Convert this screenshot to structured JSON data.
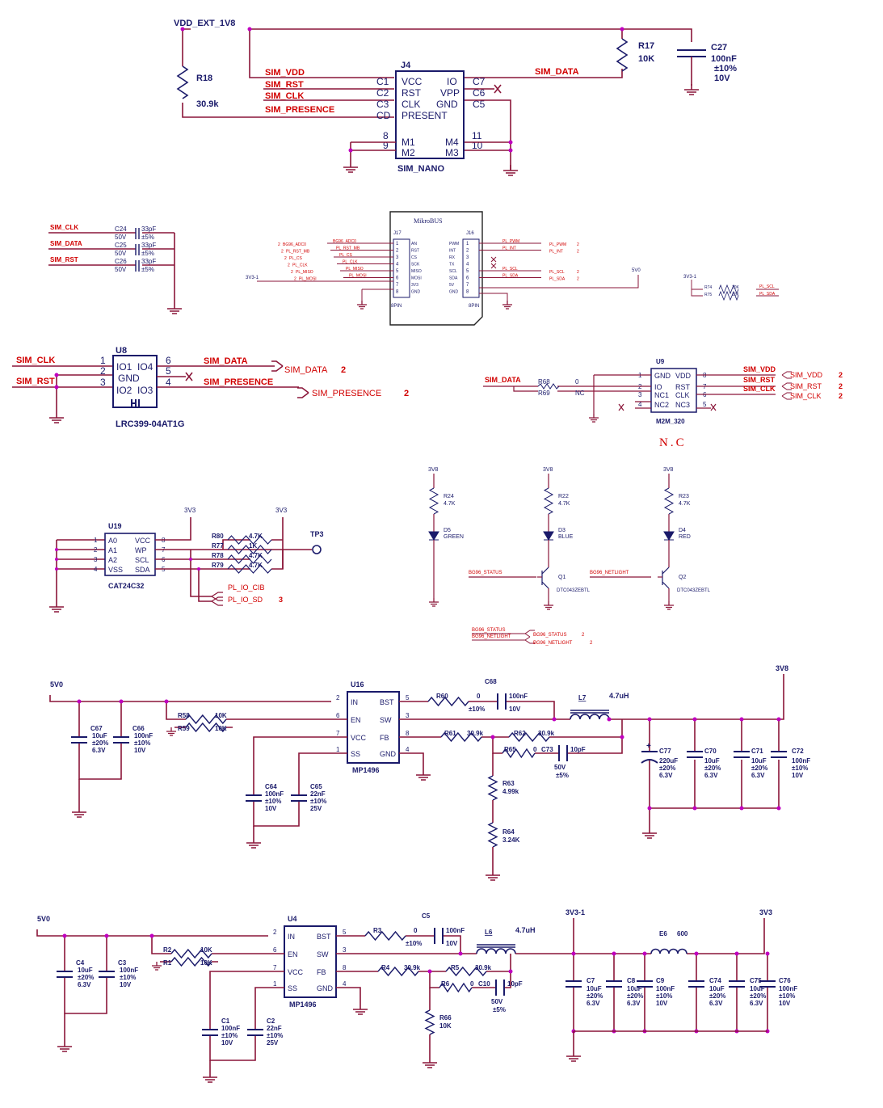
{
  "nets": {
    "vdd_ext": "VDD_EXT_1V8",
    "sim_vdd": "SIM_VDD",
    "sim_rst": "SIM_RST",
    "sim_clk": "SIM_CLK",
    "sim_presence": "SIM_PRESENCE",
    "sim_data": "SIM_DATA",
    "v3v3": "3V3",
    "v3v3_1": "3V3-1",
    "v5v0": "5V0",
    "pl_io_cib": "PL_IO_CIB",
    "pl_io_sd": "PL_IO_SD",
    "sheet_2": "2",
    "sheet_3": "3",
    "bg96_status": "BG96_STATUS",
    "bg96_netlight": "BG96_NETLIGHT",
    "nc_label": "N.C",
    "nc": "NC"
  },
  "sim_nano": {
    "ref": "J4",
    "name": "SIM_NANO",
    "pins_left": [
      "VCC",
      "RST",
      "CLK",
      "PRESENT"
    ],
    "pins_right": [
      "IO",
      "VPP",
      "GND"
    ],
    "c_left": [
      "C1",
      "C2",
      "C3",
      "CD"
    ],
    "c_right": [
      "C7",
      "C6",
      "C5"
    ],
    "m_left": [
      "M1",
      "M2"
    ],
    "m_right": [
      "M4",
      "M3"
    ],
    "num_left": [
      "8",
      "9"
    ],
    "num_right": [
      "11",
      "10"
    ],
    "r18": "R18",
    "r18_val": "30.9k",
    "r17": "R17",
    "r17_val": "10K",
    "c27": "C27",
    "c27_vals": [
      "100nF",
      "±10%",
      "10V"
    ]
  },
  "sim_caps": {
    "nets": [
      "SIM_CLK",
      "SIM_DATA",
      "SIM_RST"
    ],
    "refs": [
      "C24",
      "C25",
      "C26"
    ],
    "vals": [
      "33pF",
      "33pF",
      "33pF"
    ],
    "volts": [
      "50V",
      "50V",
      "50V"
    ],
    "tol": [
      "±5%",
      "±5%",
      "±5%"
    ]
  },
  "mikrobus": {
    "title": "MikroBUS",
    "j17": "J17",
    "j16": "J16",
    "pins8": "8PIN",
    "left_pins": [
      "AN",
      "RST",
      "CS",
      "SCK",
      "MISO",
      "MOSI",
      "3V3",
      "GND"
    ],
    "right_pins": [
      "PWM",
      "INT",
      "RX",
      "TX",
      "SCL",
      "SDA",
      "5V",
      "GND"
    ],
    "left_nets": [
      "BG96_ADC0",
      "PL_RST_MB",
      "PL_CS",
      "PL_CLK",
      "PL_MISO",
      "PL_MOSI"
    ],
    "right_nets": [
      "PL_PWM",
      "PL_INT",
      "PL_SCL",
      "PL_SDA"
    ],
    "pull": [
      "R74",
      "R75",
      "10K",
      "10K",
      "PL_SCL",
      "PL_SDA"
    ]
  },
  "u8": {
    "ref": "U8",
    "pins": [
      "IO1",
      "IO4",
      "GND",
      "IO2",
      "IO3"
    ],
    "nums_l": [
      "1",
      "2",
      "3"
    ],
    "nums_r": [
      "6",
      "5",
      "4"
    ],
    "part": "LRC399-04AT1G"
  },
  "u9": {
    "ref": "U9",
    "part": "M2M_320",
    "left": [
      "GND",
      "IO",
      "NC1",
      "NC2"
    ],
    "right": [
      "VDD",
      "RST",
      "CLK",
      "NC3"
    ],
    "nums_l": [
      "1",
      "2",
      "3",
      "4"
    ],
    "nums_r": [
      "8",
      "7",
      "6",
      "5"
    ],
    "r68": "R68",
    "r69": "R69",
    "r68_val": "0"
  },
  "u19": {
    "ref": "U19",
    "part": "CAT24C32",
    "left": [
      "A0",
      "A1",
      "A2",
      "VSS"
    ],
    "right": [
      "VCC",
      "WP",
      "SCL",
      "SDA"
    ],
    "nums_l": [
      "1",
      "2",
      "3",
      "4"
    ],
    "nums_r": [
      "8",
      "7",
      "6",
      "5"
    ],
    "res": [
      "R80",
      "R77",
      "R78",
      "R79"
    ],
    "vals": [
      "4.7K",
      "1K",
      "4.7K",
      "4.7K"
    ],
    "tp": "TP3"
  },
  "leds": {
    "rail": "3V8",
    "refs_r": [
      "R24",
      "R22",
      "R23"
    ],
    "val": "4.7K",
    "refs_d": [
      "D5",
      "D3",
      "D4"
    ],
    "colors": [
      "GREEN",
      "BLUE",
      "RED"
    ],
    "q": [
      "Q1",
      "Q2"
    ],
    "q_part": "DTC043ZEBTL"
  },
  "u16": {
    "ref": "U16",
    "part": "MP1496",
    "left": [
      "IN",
      "EN",
      "VCC",
      "SS"
    ],
    "right": [
      "BST",
      "SW",
      "FB",
      "GND"
    ],
    "nums_l": [
      "2",
      "6",
      "7",
      "1"
    ],
    "nums_r": [
      "5",
      "3",
      "8",
      "4"
    ],
    "rail_out": "3V8",
    "l": "L7",
    "l_val": "4.7uH",
    "caps_in": [
      [
        "C67",
        "10uF",
        "±20%",
        "6.3V"
      ],
      [
        "C66",
        "100nF",
        "±10%",
        "10V"
      ]
    ],
    "r58": "R58",
    "r59": "R59",
    "r_en_val": "10K",
    "r60": "R60",
    "r60_val": "0",
    "c68": "C68",
    "c68_vals": [
      "100nF",
      "±10%",
      "10V"
    ],
    "r61": "R61",
    "r62": "R62",
    "fb_val": "30.9k",
    "r65": "R65",
    "r65_val": "0",
    "c73": "C73",
    "c73_vals": [
      "10pF",
      "50V",
      "±5%"
    ],
    "r63": "R63",
    "r63_val": "4.99k",
    "r64": "R64",
    "r64_val": "3.24K",
    "c64": [
      "C64",
      "100nF",
      "±10%",
      "10V"
    ],
    "c65": [
      "C65",
      "22nF",
      "±10%",
      "25V"
    ],
    "caps_out": [
      [
        "C77",
        "220uF",
        "±20%",
        "6.3V"
      ],
      [
        "C70",
        "10uF",
        "±20%",
        "6.3V"
      ],
      [
        "C71",
        "10uF",
        "±20%",
        "6.3V"
      ],
      [
        "C72",
        "100nF",
        "±10%",
        "10V"
      ]
    ]
  },
  "u4": {
    "ref": "U4",
    "part": "MP1496",
    "left": [
      "IN",
      "EN",
      "VCC",
      "SS"
    ],
    "right": [
      "BST",
      "SW",
      "FB",
      "GND"
    ],
    "nums_l": [
      "2",
      "6",
      "7",
      "1"
    ],
    "nums_r": [
      "5",
      "3",
      "8",
      "4"
    ],
    "l": "L6",
    "l_val": "4.7uH",
    "e": "E6",
    "e_val": "600",
    "caps_in": [
      [
        "C4",
        "10uF",
        "±20%",
        "6.3V"
      ],
      [
        "C3",
        "100nF",
        "±10%",
        "10V"
      ]
    ],
    "r2": "R2",
    "r1": "R1",
    "r_en_val": "10K",
    "r3": "R3",
    "r3_val": "0",
    "c5": "C5",
    "c5_vals": [
      "100nF",
      "±10%",
      "10V"
    ],
    "r4": "R4",
    "r5": "R5",
    "fb_val": "30.9k",
    "r6": "R6",
    "r6_val": "0",
    "c10": "C10",
    "c10_vals": [
      "10pF",
      "50V",
      "±5%"
    ],
    "r66": "R66",
    "r66_val": "10K",
    "c1": [
      "C1",
      "100nF",
      "±10%",
      "10V"
    ],
    "c2": [
      "C2",
      "22nF",
      "±10%",
      "25V"
    ],
    "caps_out1": [
      [
        "C7",
        "10uF",
        "±20%",
        "6.3V"
      ],
      [
        "C8",
        "10uF",
        "±20%",
        "6.3V"
      ],
      [
        "C9",
        "100nF",
        "±10%",
        "10V"
      ]
    ],
    "caps_out2": [
      [
        "C74",
        "10uF",
        "±20%",
        "6.3V"
      ],
      [
        "C75",
        "10uF",
        "±20%",
        "6.3V"
      ],
      [
        "C76",
        "100nF",
        "±10%",
        "10V"
      ]
    ]
  }
}
